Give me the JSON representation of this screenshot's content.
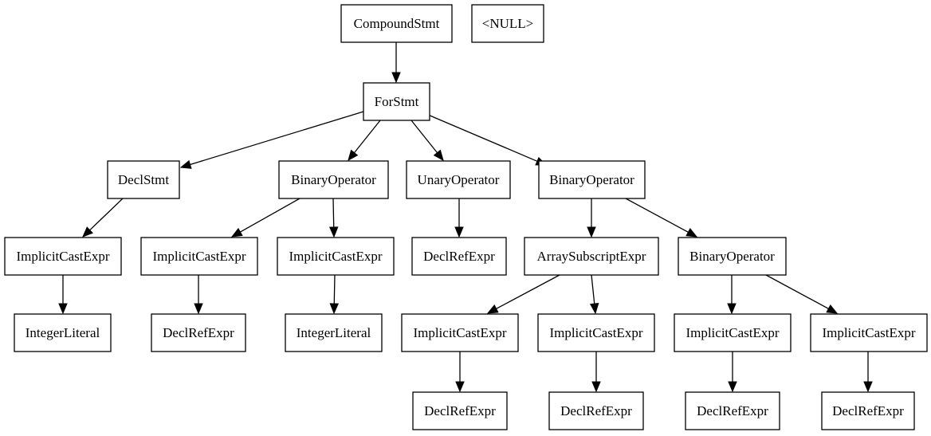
{
  "nodes": [
    {
      "id": "compound-stmt",
      "label": "CompoundStmt"
    },
    {
      "id": "null-node",
      "label": "<NULL>"
    },
    {
      "id": "for-stmt",
      "label": "ForStmt"
    },
    {
      "id": "decl-stmt",
      "label": "DeclStmt"
    },
    {
      "id": "binary-operator-1",
      "label": "BinaryOperator"
    },
    {
      "id": "unary-operator",
      "label": "UnaryOperator"
    },
    {
      "id": "binary-operator-2",
      "label": "BinaryOperator"
    },
    {
      "id": "implicit-cast-expr-1",
      "label": "ImplicitCastExpr"
    },
    {
      "id": "implicit-cast-expr-2",
      "label": "ImplicitCastExpr"
    },
    {
      "id": "implicit-cast-expr-3",
      "label": "ImplicitCastExpr"
    },
    {
      "id": "decl-ref-expr-1",
      "label": "DeclRefExpr"
    },
    {
      "id": "array-subscript-expr",
      "label": "ArraySubscriptExpr"
    },
    {
      "id": "binary-operator-3",
      "label": "BinaryOperator"
    },
    {
      "id": "integer-literal-1",
      "label": "IntegerLiteral"
    },
    {
      "id": "decl-ref-expr-2",
      "label": "DeclRefExpr"
    },
    {
      "id": "integer-literal-2",
      "label": "IntegerLiteral"
    },
    {
      "id": "implicit-cast-expr-4",
      "label": "ImplicitCastExpr"
    },
    {
      "id": "implicit-cast-expr-5",
      "label": "ImplicitCastExpr"
    },
    {
      "id": "implicit-cast-expr-6",
      "label": "ImplicitCastExpr"
    },
    {
      "id": "implicit-cast-expr-7",
      "label": "ImplicitCastExpr"
    },
    {
      "id": "decl-ref-expr-3",
      "label": "DeclRefExpr"
    },
    {
      "id": "decl-ref-expr-4",
      "label": "DeclRefExpr"
    },
    {
      "id": "decl-ref-expr-5",
      "label": "DeclRefExpr"
    },
    {
      "id": "decl-ref-expr-6",
      "label": "DeclRefExpr"
    }
  ],
  "edges": [
    {
      "from": "compound-stmt",
      "to": "for-stmt"
    },
    {
      "from": "for-stmt",
      "to": "decl-stmt"
    },
    {
      "from": "for-stmt",
      "to": "binary-operator-1"
    },
    {
      "from": "for-stmt",
      "to": "unary-operator"
    },
    {
      "from": "for-stmt",
      "to": "binary-operator-2"
    },
    {
      "from": "decl-stmt",
      "to": "implicit-cast-expr-1"
    },
    {
      "from": "binary-operator-1",
      "to": "implicit-cast-expr-2"
    },
    {
      "from": "binary-operator-1",
      "to": "implicit-cast-expr-3"
    },
    {
      "from": "unary-operator",
      "to": "decl-ref-expr-1"
    },
    {
      "from": "binary-operator-2",
      "to": "array-subscript-expr"
    },
    {
      "from": "binary-operator-2",
      "to": "binary-operator-3"
    },
    {
      "from": "implicit-cast-expr-1",
      "to": "integer-literal-1"
    },
    {
      "from": "implicit-cast-expr-2",
      "to": "decl-ref-expr-2"
    },
    {
      "from": "implicit-cast-expr-3",
      "to": "integer-literal-2"
    },
    {
      "from": "array-subscript-expr",
      "to": "implicit-cast-expr-4"
    },
    {
      "from": "array-subscript-expr",
      "to": "implicit-cast-expr-5"
    },
    {
      "from": "binary-operator-3",
      "to": "implicit-cast-expr-6"
    },
    {
      "from": "binary-operator-3",
      "to": "implicit-cast-expr-7"
    },
    {
      "from": "implicit-cast-expr-4",
      "to": "decl-ref-expr-3"
    },
    {
      "from": "implicit-cast-expr-5",
      "to": "decl-ref-expr-4"
    },
    {
      "from": "implicit-cast-expr-6",
      "to": "decl-ref-expr-5"
    },
    {
      "from": "implicit-cast-expr-7",
      "to": "decl-ref-expr-6"
    }
  ]
}
